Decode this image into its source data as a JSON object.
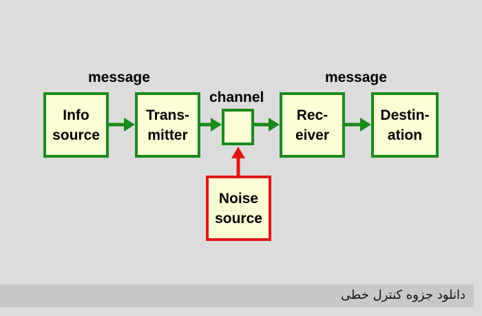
{
  "labels": {
    "message_left": "message",
    "channel": "channel",
    "message_right": "message"
  },
  "boxes": {
    "info_source": [
      "Info",
      "source"
    ],
    "transmitter": [
      "Trans-",
      "mitter"
    ],
    "receiver": [
      "Rec-",
      "eiver"
    ],
    "destination": [
      "Destin-",
      "ation"
    ],
    "noise_source": [
      "Noise",
      "source"
    ]
  },
  "footer": {
    "text": "دانلود جزوه کنترل خطی"
  },
  "colors": {
    "background": "#dcdcdc",
    "box_fill": "#fdfdd6",
    "flow_green": "#1a8a1a",
    "noise_red": "#e01616",
    "footer_bar": "#c8c8c8"
  }
}
